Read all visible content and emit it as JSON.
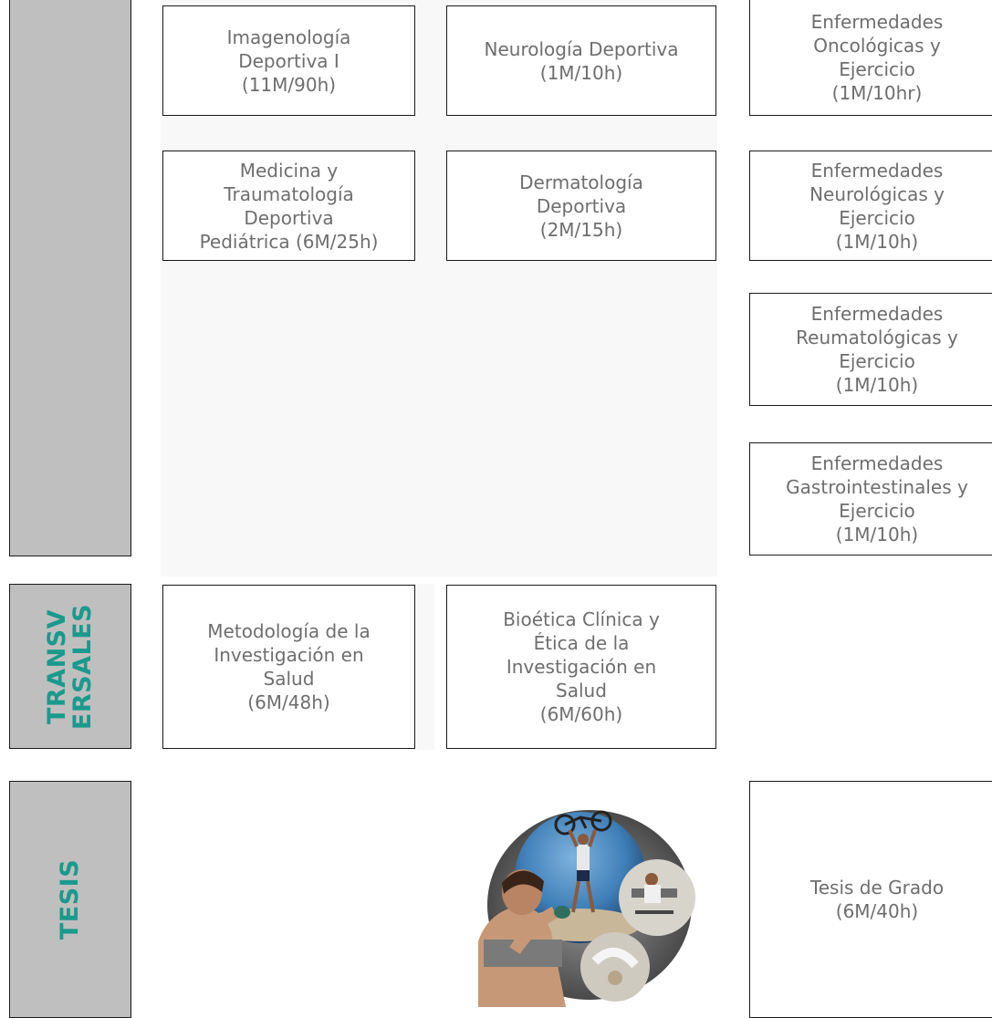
{
  "sections": {
    "transversales_label": "TRANSV\nERSALES",
    "tesis_label": "TESIS"
  },
  "courses": {
    "imagenologia": "Imagenología\nDeportiva I\n(11M/90h)",
    "neurologia": "Neurología Deportiva\n(1M/10h)",
    "oncologicas": "Enfermedades\nOncológicas y\nEjercicio\n(1M/10hr)",
    "pediatrica": "Medicina y\nTraumatología\nDeportiva\nPediátrica (6M/25h)",
    "dermatologia": "Dermatología\nDeportiva\n(2M/15h)",
    "neurologicas": "Enfermedades\nNeurológicas y\nEjercicio\n(1M/10h)",
    "reumatologicas": "Enfermedades\nReumatológicas y\nEjercicio\n(1M/10h)",
    "gastrointestinales": "Enfermedades\nGastrointestinales y\nEjercicio\n(1M/10h)",
    "metodologia": "Metodología de la\nInvestigación en\nSalud\n(6M/48h)",
    "bioetica": "Bioética Clínica y\nÉtica de la\nInvestigación en\nSalud\n(6M/60h)",
    "tesis_grado": "Tesis de Grado\n(6M/40h)"
  },
  "colors": {
    "section_label": "#1a9a8c",
    "side_fill": "#bfbfbf",
    "box_text": "#6e6e6e"
  },
  "icons": {
    "illustration": "sports-medicine-collage-image"
  }
}
